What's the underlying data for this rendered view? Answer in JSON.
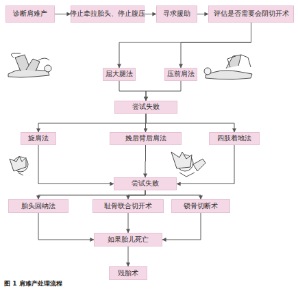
{
  "diagram": {
    "caption": "图 1 肩难产处理流程",
    "nodes": [
      {
        "text": [
          "诊断肩难产"
        ]
      },
      {
        "text": [
          "停止牵拉胎头、停止腹压"
        ]
      },
      {
        "text": [
          "寻求援助"
        ]
      },
      {
        "text": [
          "评估是否需要会阴切开术"
        ]
      },
      {
        "text": [
          "屈大腿法"
        ]
      },
      {
        "text": [
          "压前肩法"
        ]
      },
      {
        "text": [
          "尝试失败"
        ]
      },
      {
        "text": [
          "旋肩法"
        ]
      },
      {
        "text": [
          "娩后臂后肩法"
        ]
      },
      {
        "text": [
          "四肢着地法"
        ]
      },
      {
        "text": [
          "尝试失败"
        ]
      },
      {
        "text": [
          "胎头回纳法"
        ]
      },
      {
        "text": [
          "耻骨联合切开术"
        ]
      },
      {
        "text": [
          "锁骨切断术"
        ]
      },
      {
        "text": [
          "如果胎儿死亡"
        ]
      },
      {
        "text": [
          "毁胎术"
        ]
      }
    ],
    "edges": [
      {
        "from": 0,
        "to": 1,
        "arrow": "to"
      },
      {
        "from": 1,
        "to": 2,
        "arrow": "to"
      },
      {
        "from": 2,
        "to": 3,
        "arrow": "to"
      },
      {
        "from": 3,
        "to": 4,
        "arrow": "to"
      },
      {
        "from": 3,
        "to": 5,
        "arrow": "to"
      },
      {
        "from": 4,
        "to": 6,
        "arrow": "to"
      },
      {
        "from": 5,
        "to": 6,
        "arrow": "to"
      },
      {
        "from": 6,
        "to": 7,
        "arrow": "to"
      },
      {
        "from": 6,
        "to": 8,
        "arrow": "to"
      },
      {
        "from": 6,
        "to": 9,
        "arrow": "to"
      },
      {
        "from": 7,
        "to": 10,
        "arrow": "to"
      },
      {
        "from": 8,
        "to": 10,
        "arrow": "to"
      },
      {
        "from": 9,
        "to": 10,
        "arrow": "to"
      },
      {
        "from": 10,
        "to": 11,
        "arrow": "to"
      },
      {
        "from": 10,
        "to": 12,
        "arrow": "to"
      },
      {
        "from": 10,
        "to": 13,
        "arrow": "to"
      },
      {
        "from": 11,
        "to": 14,
        "arrow": "to"
      },
      {
        "from": 12,
        "to": 14,
        "arrow": "to"
      },
      {
        "from": 13,
        "to": 14,
        "arrow": "to"
      },
      {
        "from": 14,
        "to": 15,
        "arrow": "to"
      }
    ]
  }
}
